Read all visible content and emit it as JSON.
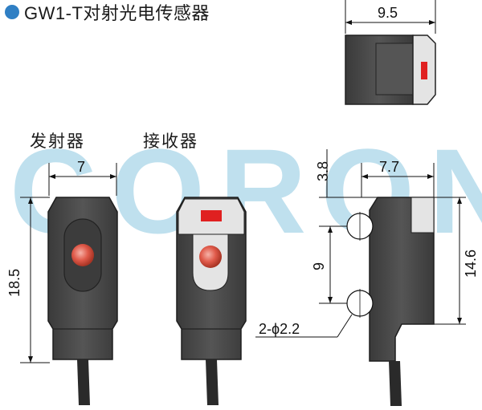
{
  "title": "GW1-T对射光电传感器",
  "watermark": "CORON",
  "labels": {
    "emitter": "发射器",
    "receiver": "接收器"
  },
  "dimensions": {
    "top_width": "9.5",
    "emitter_width": "7",
    "emitter_height": "18.5",
    "side_top_offset": "3.8",
    "side_width": "7.7",
    "hole_spacing": "9",
    "side_height": "14.6",
    "mount_holes": "2-ϕ2.2"
  },
  "colors": {
    "accent": "#2f7fc4",
    "housing": "#444444",
    "housing_dark": "#2e2e2e",
    "led": "#e05a4a",
    "indicator": "#e02020",
    "watermark": "#bfe0ee"
  }
}
